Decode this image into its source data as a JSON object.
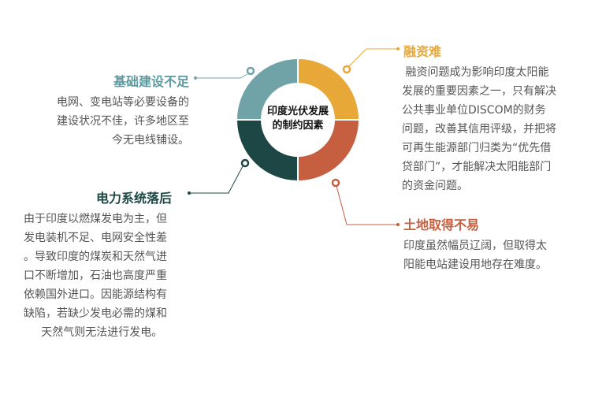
{
  "center_title": [
    "印度光伏发展",
    "的制约因素"
  ],
  "colors": {
    "infrastructure": "#6fa3a8",
    "finance": "#e8a838",
    "land": "#c55f40",
    "power": "#1c4744"
  },
  "factors": {
    "infrastructure": {
      "title": "基础建设不足",
      "lines": [
        "电网、变电站等必要设备的",
        "建设状况不佳，许多地区至",
        "今无电线铺设。"
      ]
    },
    "finance": {
      "title": "融资难",
      "lines": [
        " 融资问题成为影响印度太阳能",
        "发展的重要因素之一，只有解决",
        "公共事业单位DISCOM的财务",
        "问题，改善其信用评级，并把将",
        "可再生能源部门归类为“优先借",
        "贷部门”，才能解决太阳能部门",
        "的资金问题。"
      ]
    },
    "land": {
      "title": "土地取得不易",
      "lines": [
        "印度虽然幅员辽阔，但取得太",
        "阳能电站建设用地存在难度。"
      ]
    },
    "power": {
      "title": "电力系统落后",
      "lines": [
        "由于印度以燃煤发电为主，但",
        "发电装机不足、电网安全性差",
        "。导致印度的煤炭和天然气进",
        "口不断增加，石油也高度严重",
        "依赖国外进口。因能源结构有",
        "缺陷，若缺少发电必需的煤和",
        "     天然气则无法进行发电。"
      ]
    }
  }
}
